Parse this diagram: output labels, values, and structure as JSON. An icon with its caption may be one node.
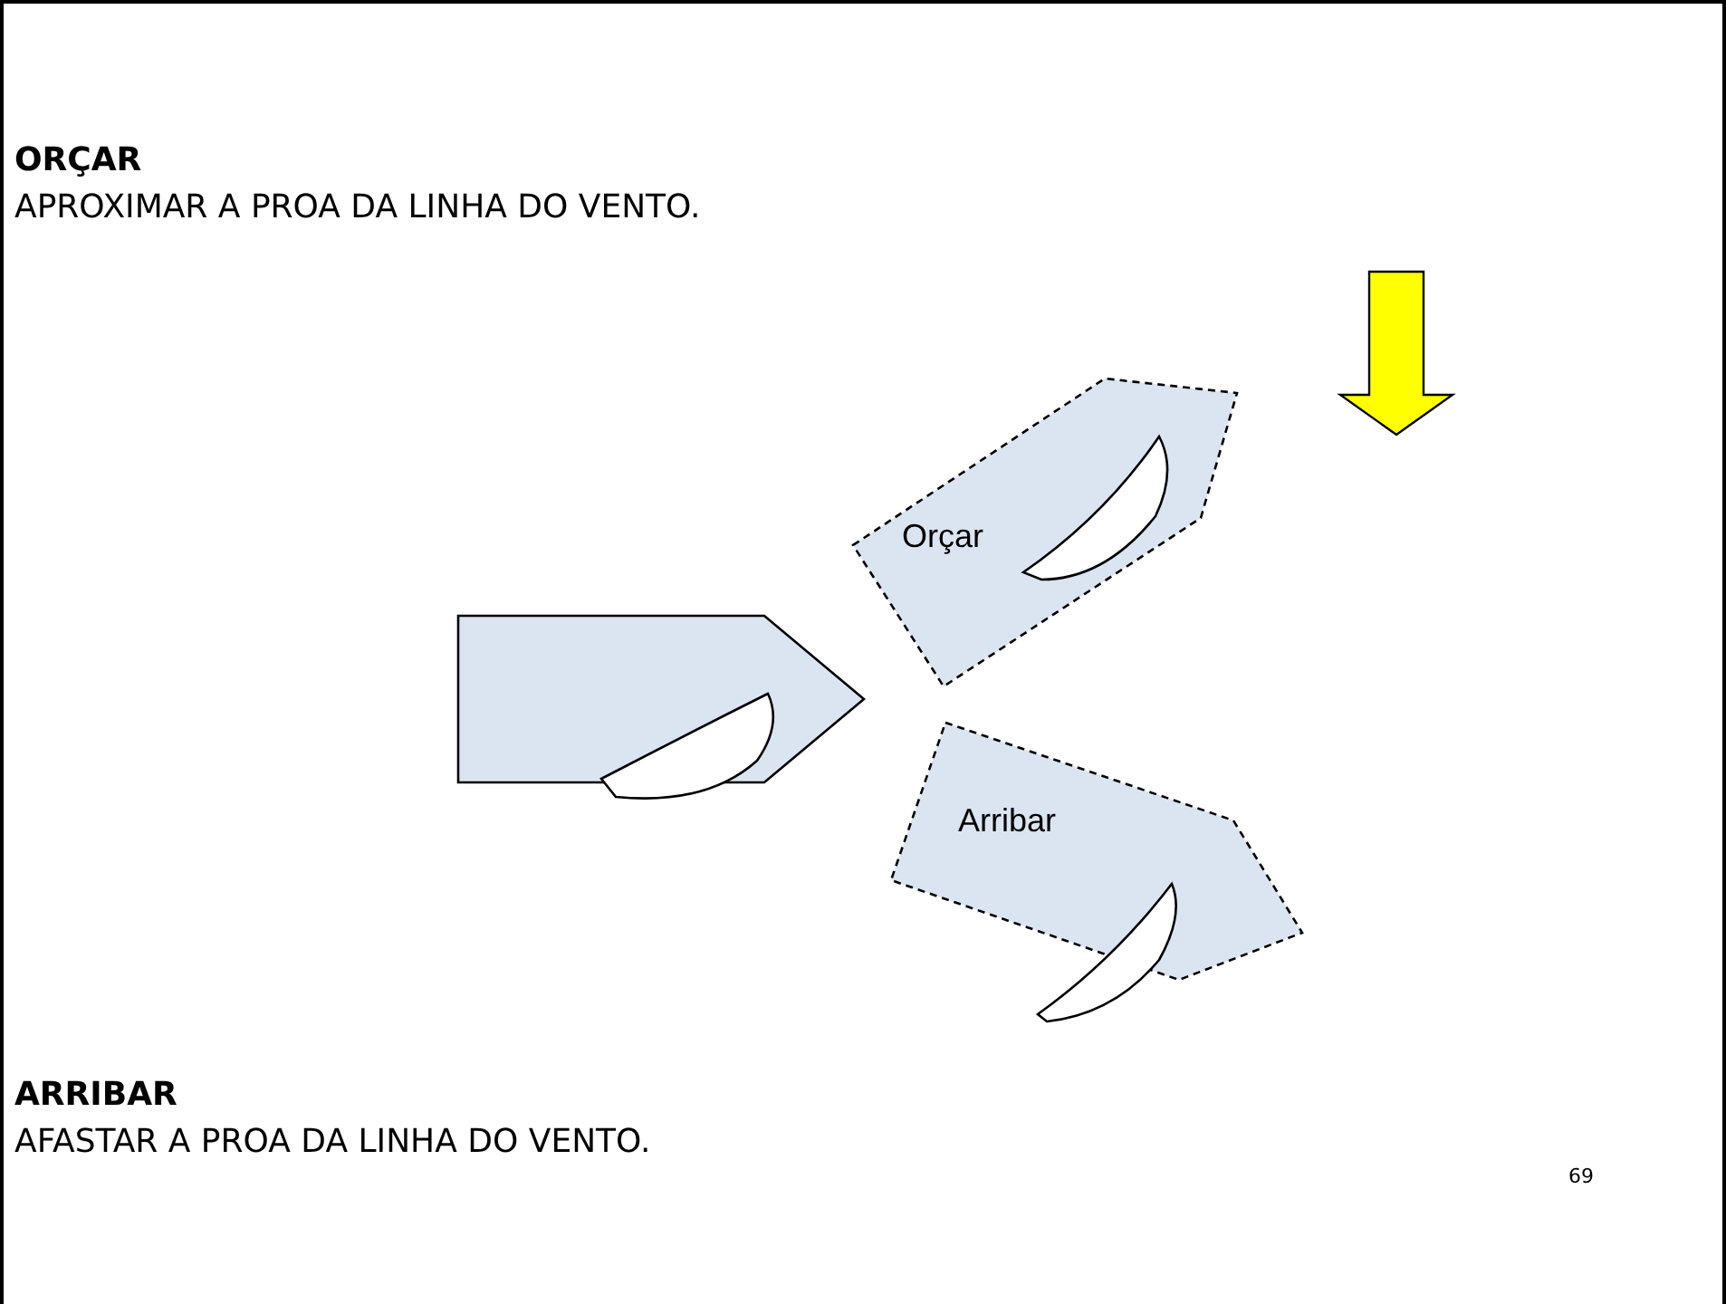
{
  "diagram": {
    "nodes": [
      {
        "text": [
          "Orçar"
        ]
      },
      {
        "text": [],
        "shape": "box"
      },
      {
        "text": [
          "Arribar"
        ]
      }
    ],
    "labels": [
      "ORÇAR",
      "APROXIMAR A PROA DA LINHA DO VENTO.",
      "ARRIBAR",
      "AFASTAR A PROA DA LINHA DO VENTO.",
      "69"
    ]
  }
}
